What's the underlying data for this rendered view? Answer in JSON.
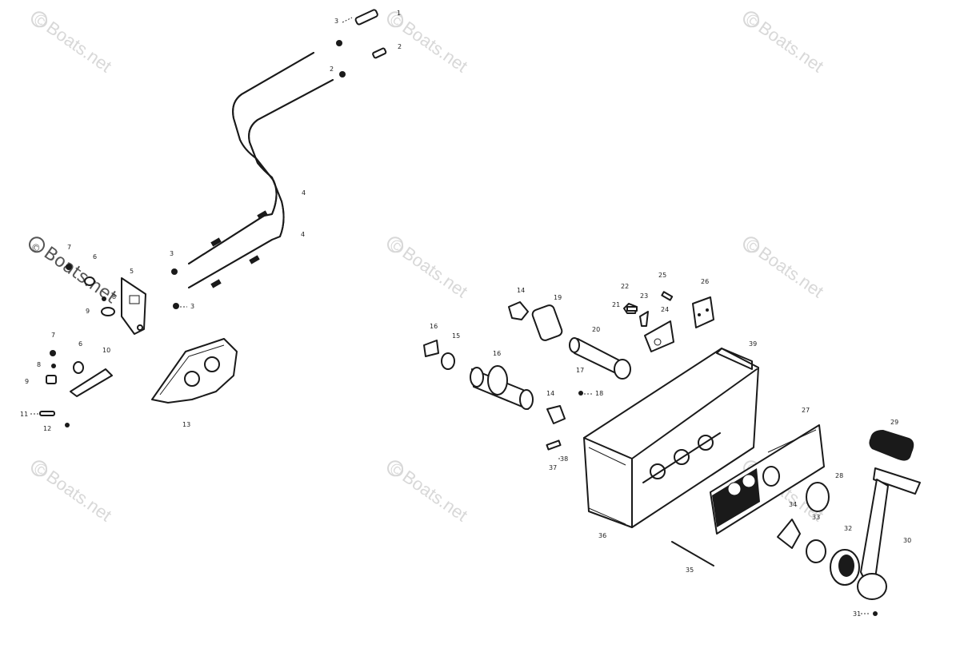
{
  "watermark": {
    "text": "Boats.net",
    "symbol": "©"
  },
  "callouts": [
    {
      "text": "3"
    },
    {
      "text": "1"
    },
    {
      "text": "2"
    },
    {
      "text": "2"
    },
    {
      "text": "4"
    },
    {
      "text": "4"
    },
    {
      "text": "3"
    },
    {
      "text": "3"
    },
    {
      "text": "7"
    },
    {
      "text": "6"
    },
    {
      "text": "5"
    },
    {
      "text": "8"
    },
    {
      "text": "9"
    },
    {
      "text": "7"
    },
    {
      "text": "6"
    },
    {
      "text": "10"
    },
    {
      "text": "8"
    },
    {
      "text": "9"
    },
    {
      "text": "11"
    },
    {
      "text": "12"
    },
    {
      "text": "13"
    },
    {
      "text": "14"
    },
    {
      "text": "19"
    },
    {
      "text": "22"
    },
    {
      "text": "25"
    },
    {
      "text": "26"
    },
    {
      "text": "21"
    },
    {
      "text": "23"
    },
    {
      "text": "24"
    },
    {
      "text": "16"
    },
    {
      "text": "15"
    },
    {
      "text": "16"
    },
    {
      "text": "20"
    },
    {
      "text": "39"
    },
    {
      "text": "17"
    },
    {
      "text": "18"
    },
    {
      "text": "14"
    },
    {
      "text": "27"
    },
    {
      "text": "29"
    },
    {
      "text": "38"
    },
    {
      "text": "37"
    },
    {
      "text": "28"
    },
    {
      "text": "34"
    },
    {
      "text": "33"
    },
    {
      "text": "32"
    },
    {
      "text": "30"
    },
    {
      "text": "36"
    },
    {
      "text": "35"
    },
    {
      "text": "31"
    }
  ]
}
